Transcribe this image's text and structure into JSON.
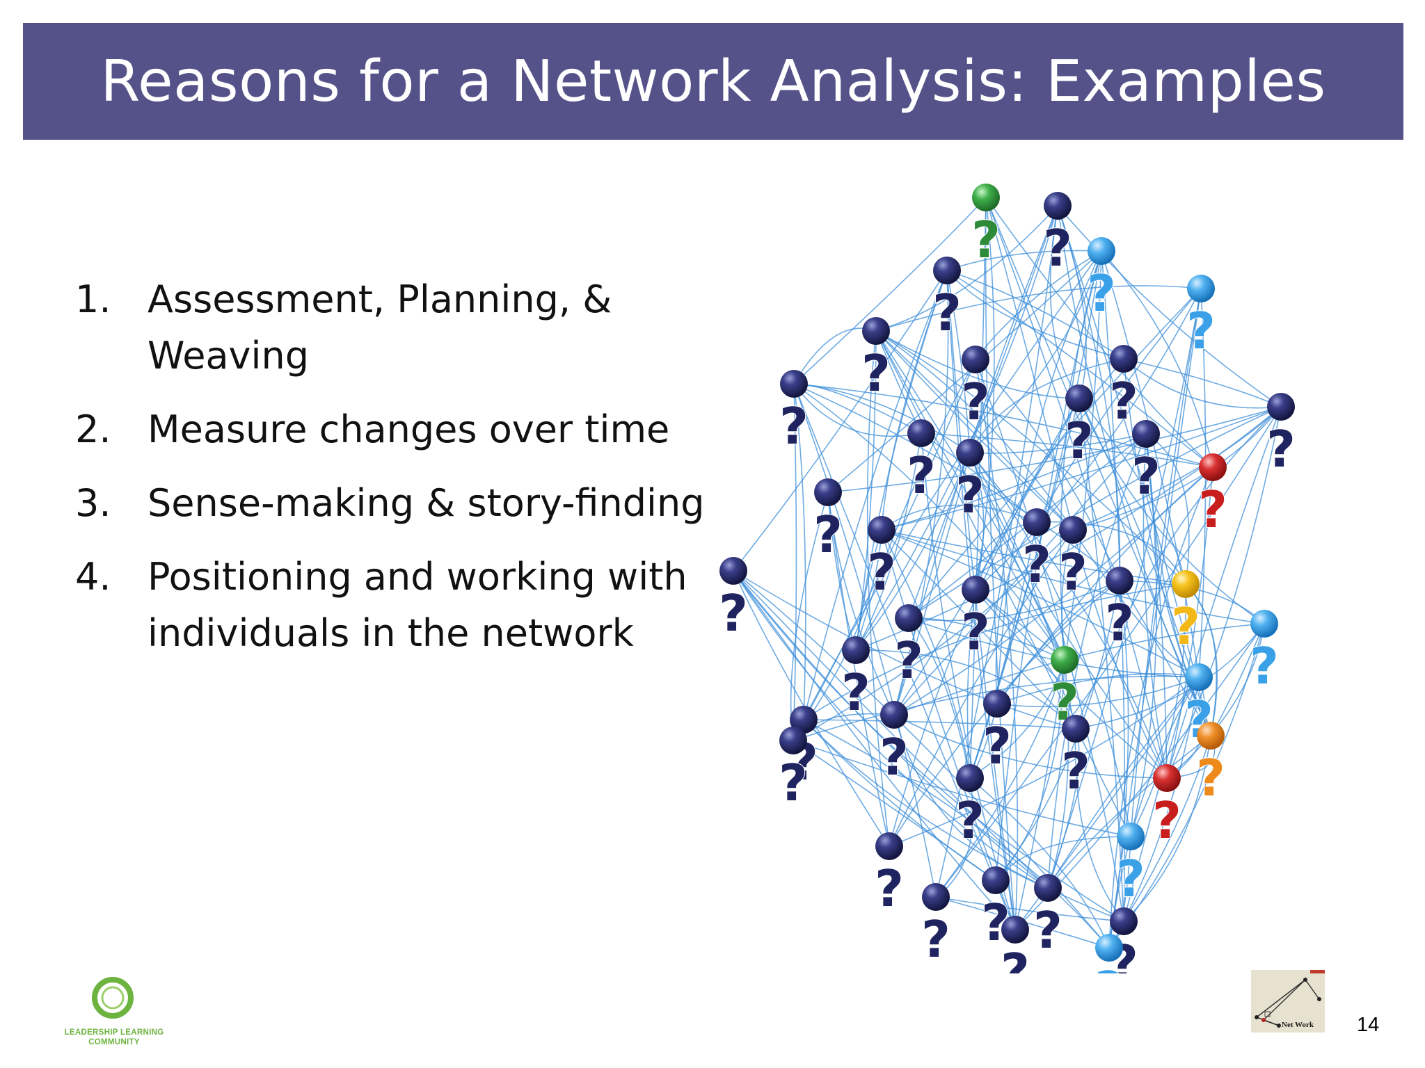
{
  "slide": {
    "title": "Reasons for a Network Analysis: Examples",
    "items": [
      {
        "number": "1.",
        "text": "Assessment, Planning, & Weaving"
      },
      {
        "number": "2.",
        "text": "Measure changes over time"
      },
      {
        "number": "3.",
        "text": "Sense-making & story-finding"
      },
      {
        "number": "4.",
        "text": "Positioning and working with individuals in the network"
      }
    ],
    "page_number": "14",
    "footer_logo_text": "LEADERSHIP LEARNING COMMUNITY",
    "network_logo_text": "Net Work"
  },
  "colors": {
    "title_bar": "#545289",
    "title_text": "#ffffff",
    "edge": "#3d8fd9",
    "node_navy": "#1f2460",
    "node_light_blue": "#3aa0e8",
    "node_green": "#2e8b3a",
    "node_red": "#c81e1e",
    "node_yellow": "#f2b817",
    "node_orange": "#ee8a1c",
    "logo_green": "#6db33f"
  },
  "network_graph": {
    "node_count": 44,
    "node_label": "?",
    "node_colors": [
      "green",
      "navy",
      "light_blue",
      "navy",
      "light_blue",
      "navy",
      "navy",
      "navy",
      "navy",
      "navy",
      "navy",
      "navy",
      "navy",
      "navy",
      "red",
      "navy",
      "navy",
      "navy",
      "navy",
      "navy",
      "navy",
      "yellow",
      "navy",
      "navy",
      "light_blue",
      "green",
      "navy",
      "light_blue",
      "navy",
      "navy",
      "orange",
      "navy",
      "navy",
      "red",
      "navy",
      "navy",
      "light_blue",
      "navy",
      "navy",
      "light_blue",
      "navy",
      "navy",
      "navy",
      "navy"
    ]
  }
}
